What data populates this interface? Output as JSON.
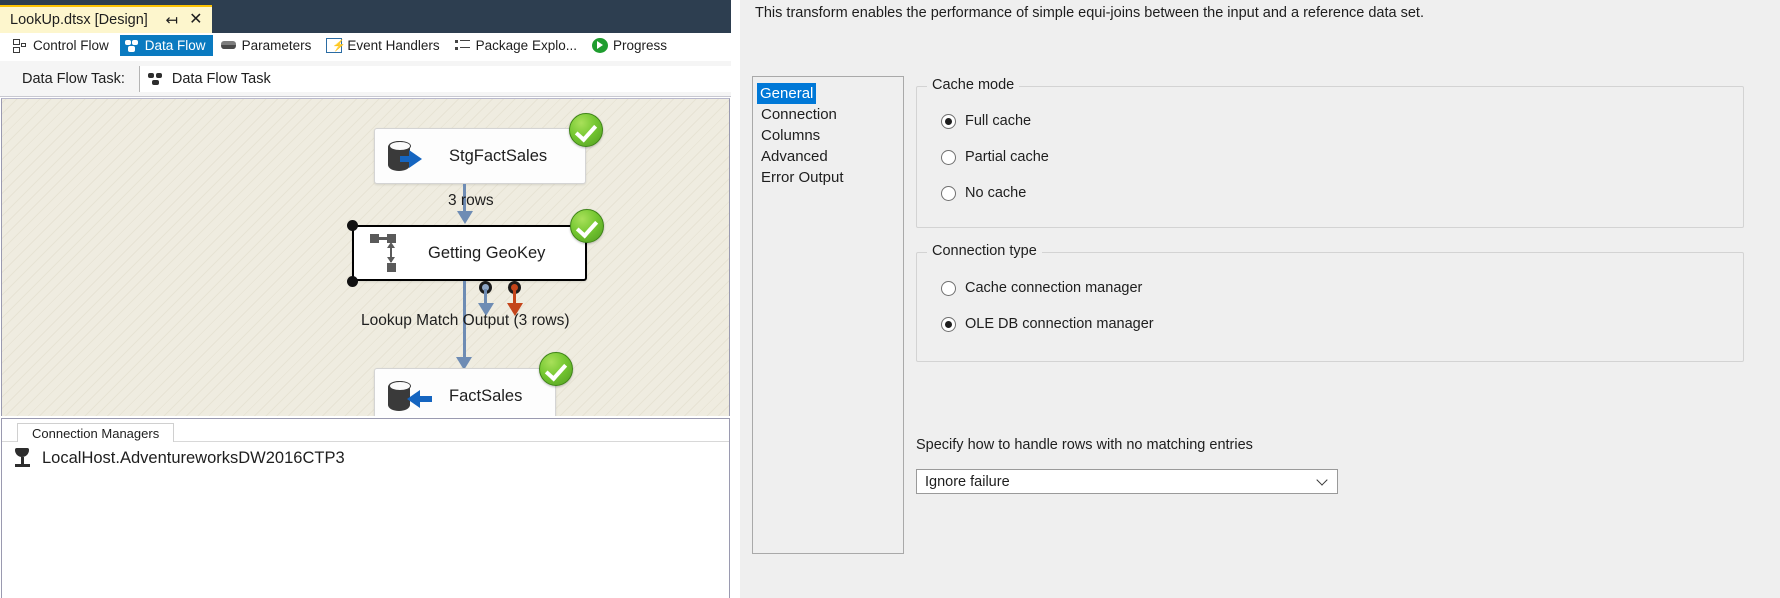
{
  "window": {
    "document_tab": {
      "title": "LookUp.dtsx [Design]",
      "pin_icon": "pin-icon",
      "close_icon": "close-icon"
    },
    "designer_tabs": [
      {
        "label": "Control Flow",
        "icon": "control-flow-icon",
        "active": false
      },
      {
        "label": "Data Flow",
        "icon": "data-flow-icon",
        "active": true
      },
      {
        "label": "Parameters",
        "icon": "parameters-icon",
        "active": false
      },
      {
        "label": "Event Handlers",
        "icon": "event-handlers-icon",
        "active": false
      },
      {
        "label": "Package Explo...",
        "icon": "package-explorer-icon",
        "active": false
      },
      {
        "label": "Progress",
        "icon": "progress-icon",
        "active": false
      }
    ],
    "data_flow_task": {
      "label": "Data Flow Task:",
      "selected": "Data Flow Task",
      "icon": "data-flow-task-icon"
    }
  },
  "canvas": {
    "nodes": [
      {
        "id": "stg",
        "label": "StgFactSales",
        "icon": "ole-db-source-icon",
        "status": "success"
      },
      {
        "id": "lkp",
        "label": "Getting GeoKey",
        "icon": "lookup-transform-icon",
        "status": "success"
      },
      {
        "id": "fact",
        "label": "FactSales",
        "icon": "ole-db-destination-icon",
        "status": "success"
      }
    ],
    "connector_labels": [
      {
        "id": "rows-top",
        "text": "3 rows"
      },
      {
        "id": "lookup-match",
        "text": "Lookup Match Output (3 rows)"
      }
    ]
  },
  "connection_managers": {
    "tab_label": "Connection Managers",
    "items": [
      {
        "label": "LocalHost.AdventureworksDW2016CTP3",
        "icon": "connection-manager-icon"
      }
    ]
  },
  "dialog": {
    "description": "This transform enables the performance of simple equi-joins between the input and a reference data set.",
    "nav": [
      {
        "label": "General",
        "selected": true
      },
      {
        "label": "Connection",
        "selected": false
      },
      {
        "label": "Columns",
        "selected": false
      },
      {
        "label": "Advanced",
        "selected": false
      },
      {
        "label": "Error Output",
        "selected": false
      }
    ],
    "cache_mode": {
      "title": "Cache mode",
      "options": [
        {
          "label": "Full cache",
          "checked": true
        },
        {
          "label": "Partial cache",
          "checked": false
        },
        {
          "label": "No cache",
          "checked": false
        }
      ]
    },
    "connection_type": {
      "title": "Connection type",
      "options": [
        {
          "label": "Cache connection manager",
          "checked": false
        },
        {
          "label": "OLE DB connection manager",
          "checked": true
        }
      ]
    },
    "no_match": {
      "label": "Specify how to handle rows with no matching entries",
      "selected": "Ignore failure"
    }
  },
  "colors": {
    "accent": "#0078d7",
    "tab_active": "#0a7ac0",
    "doc_tab_bg": "#fdf6cd",
    "titlebar": "#2d3e50",
    "success": "#76c832",
    "connector": "#6e8cb4",
    "error_connector": "#c4451b"
  }
}
